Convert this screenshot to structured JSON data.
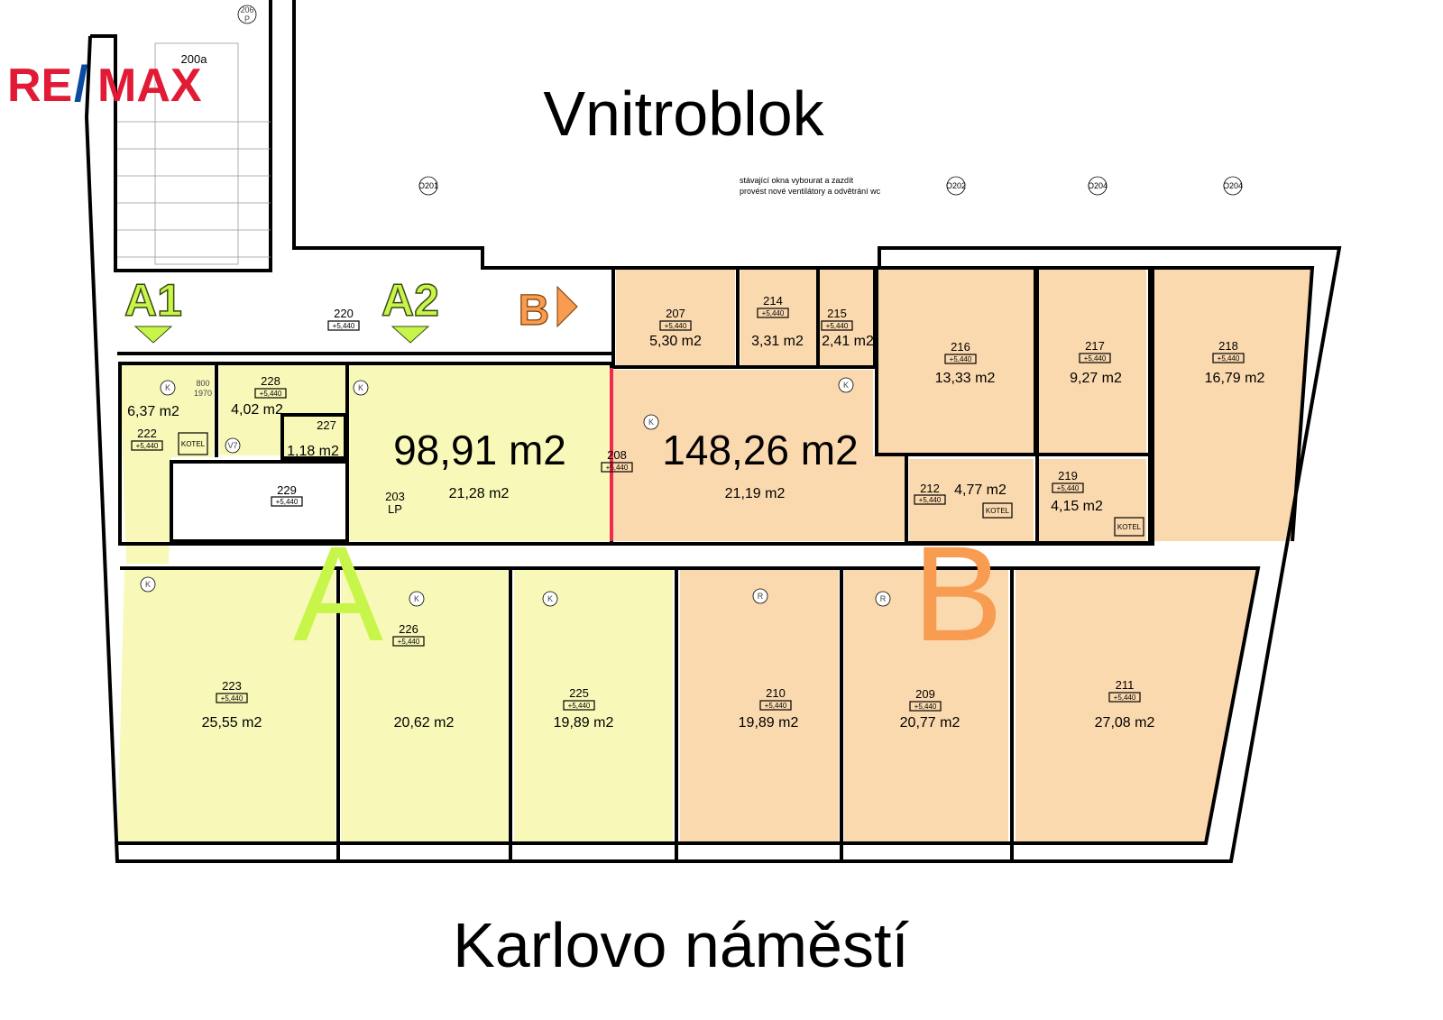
{
  "logo": {
    "text_left": "RE",
    "slash": "/",
    "text_right": "MAX",
    "red": "#e11b36",
    "blue": "#0b4aa2"
  },
  "labels": {
    "top": "Vnitroblok",
    "bottom": "Karlovo náměstí"
  },
  "units": {
    "A": {
      "letter": "A",
      "total_area": "98,91 m2",
      "color": "#f8f9b8",
      "marker_color": "#c8f54a"
    },
    "B": {
      "letter": "B",
      "total_area": "148,26 m2",
      "color": "#fbd9ae",
      "marker_color": "#f79c50"
    }
  },
  "entrances": {
    "a1": "A1",
    "a2": "A2",
    "b": "B"
  },
  "note": {
    "line1": "stávající okna vybourat a zazdít",
    "line2": "provést nové ventilátory a odvětrání wc"
  },
  "level": "+5,440",
  "rooms": {
    "r200a": {
      "num": "200a"
    },
    "r206": {
      "num": "206",
      "tag": "P"
    },
    "r220": {
      "num": "220"
    },
    "r222": {
      "num": "222",
      "area": "6,37 m2"
    },
    "r228": {
      "num": "228",
      "area": "4,02 m2"
    },
    "r227": {
      "num": "227",
      "area": "1,18 m2"
    },
    "r229": {
      "num": "229"
    },
    "r203": {
      "num": "203",
      "tag": "LP"
    },
    "corrA": {
      "area": "21,28 m2"
    },
    "r223": {
      "num": "223",
      "area": "25,55 m2"
    },
    "r226": {
      "num": "226",
      "area": "20,62 m2"
    },
    "r225": {
      "num": "225",
      "area": "19,89 m2"
    },
    "r207": {
      "num": "207",
      "area": "5,30 m2"
    },
    "r214": {
      "num": "214",
      "area": "3,31 m2"
    },
    "r215": {
      "num": "215",
      "area": "2,41 m2"
    },
    "r208": {
      "num": "208",
      "area": "21,19 m2"
    },
    "r216": {
      "num": "216",
      "area": "13,33 m2"
    },
    "r217": {
      "num": "217",
      "area": "9,27 m2"
    },
    "r218": {
      "num": "218",
      "area": "16,79 m2"
    },
    "r212": {
      "num": "212",
      "area": "4,77 m2"
    },
    "r219": {
      "num": "219",
      "area": "4,15 m2"
    },
    "r210": {
      "num": "210",
      "area": "19,89 m2"
    },
    "r209": {
      "num": "209",
      "area": "20,77 m2"
    },
    "r211": {
      "num": "211",
      "area": "27,08 m2"
    }
  },
  "windows": [
    "O201",
    "O202",
    "O204",
    "O204"
  ],
  "fixtures": {
    "kotel": "KOTEL",
    "v7": "V7",
    "k": "K",
    "r": "R"
  },
  "doors": {
    "d800": "800",
    "d1970": "1970"
  }
}
